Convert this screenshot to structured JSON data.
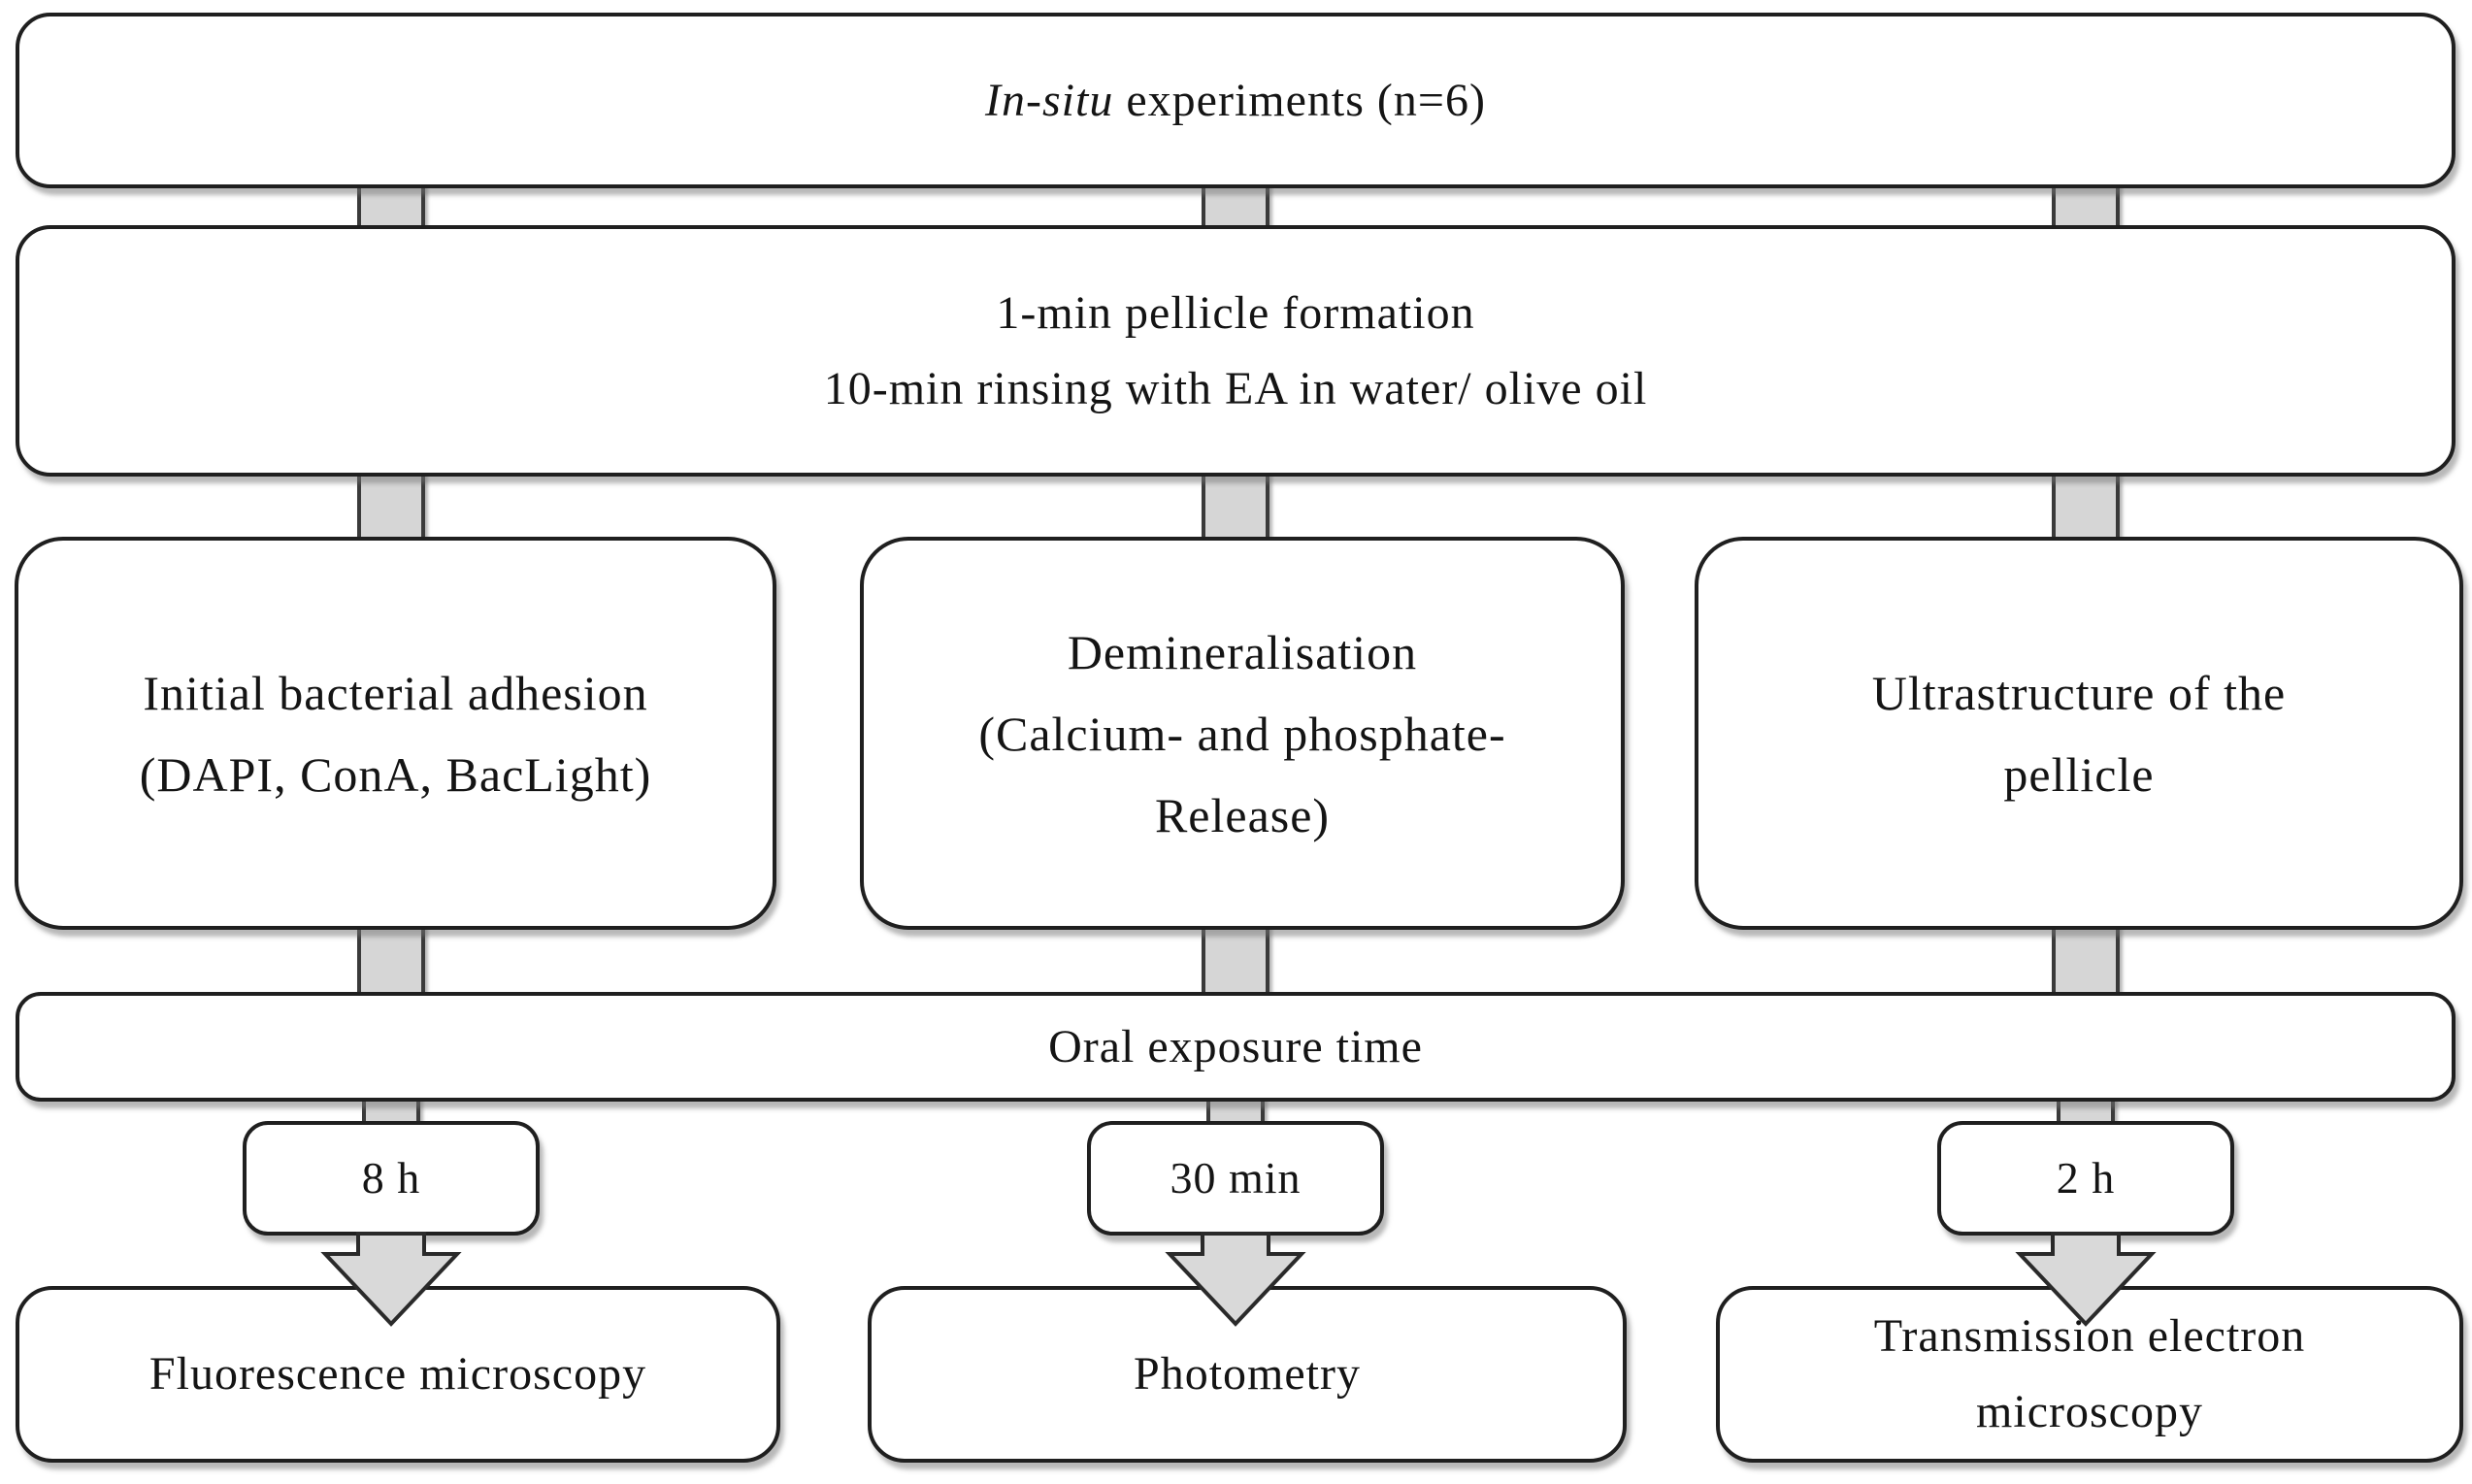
{
  "palette": {
    "box_border": "#1f1f1f",
    "box_bg": "#ffffff",
    "text": "#141414",
    "connector_fill": "#d6d6d6",
    "connector_border": "#3a3a3a",
    "arrow_fill": "#d9d9d9",
    "arrow_border": "#2a2a2a",
    "shadow": "rgba(115,115,115,0.5)",
    "page_bg": "#ffffff"
  },
  "top_box": {
    "title_italic": "In-situ",
    "title_rest": " experiments (n=6)"
  },
  "prep_box": {
    "line1": "1-min pellicle formation",
    "line2": "10-min rinsing with EA in water/ olive oil"
  },
  "exposure_box": {
    "label": "Oral exposure time"
  },
  "branches": [
    {
      "name": "initial-bacterial-adhesion",
      "box_lines": [
        "Initial bacterial adhesion",
        "(DAPI, ConA, BacLight)"
      ],
      "time": "8 h",
      "method_lines": [
        "Fluorescence microscopy"
      ]
    },
    {
      "name": "demineralisation",
      "box_lines": [
        "Demineralisation",
        "(Calcium- and phosphate-",
        "Release)"
      ],
      "time": "30 min",
      "method_lines": [
        "Photometry"
      ]
    },
    {
      "name": "ultrastructure",
      "box_lines": [
        "Ultrastructure of the",
        "pellicle"
      ],
      "time": "2 h",
      "method_lines": [
        "Transmission electron",
        "microscopy"
      ]
    }
  ]
}
